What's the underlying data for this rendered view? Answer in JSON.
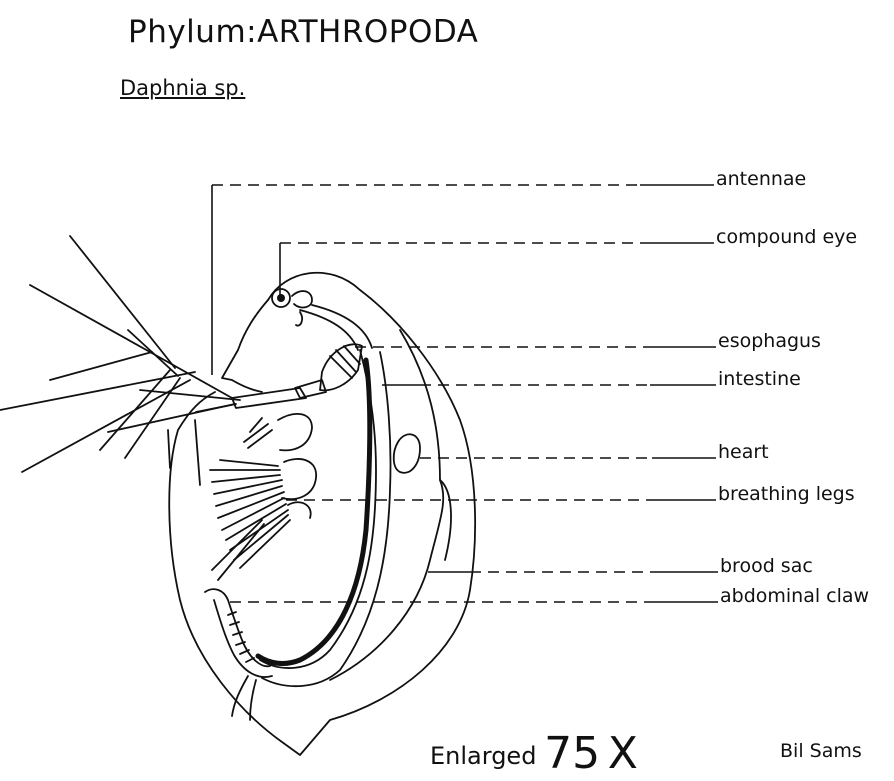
{
  "header": {
    "phylum": "Phylum:ARTHROPODA",
    "species": "Daphnia sp."
  },
  "labels": {
    "antennae": "antennae",
    "compound_eye": "compound eye",
    "esophagus": "esophagus",
    "intestine": "intestine",
    "heart": "heart",
    "breathing_legs": "breathing legs",
    "brood_sac": "brood sac",
    "abdominal_claw": "abdominal claw"
  },
  "footer": {
    "enlarged_word": "Enlarged",
    "magnification": "75",
    "unit": "X",
    "author": "Bil Sams"
  },
  "colors": {
    "ink": "#111111",
    "background": "#ffffff"
  }
}
